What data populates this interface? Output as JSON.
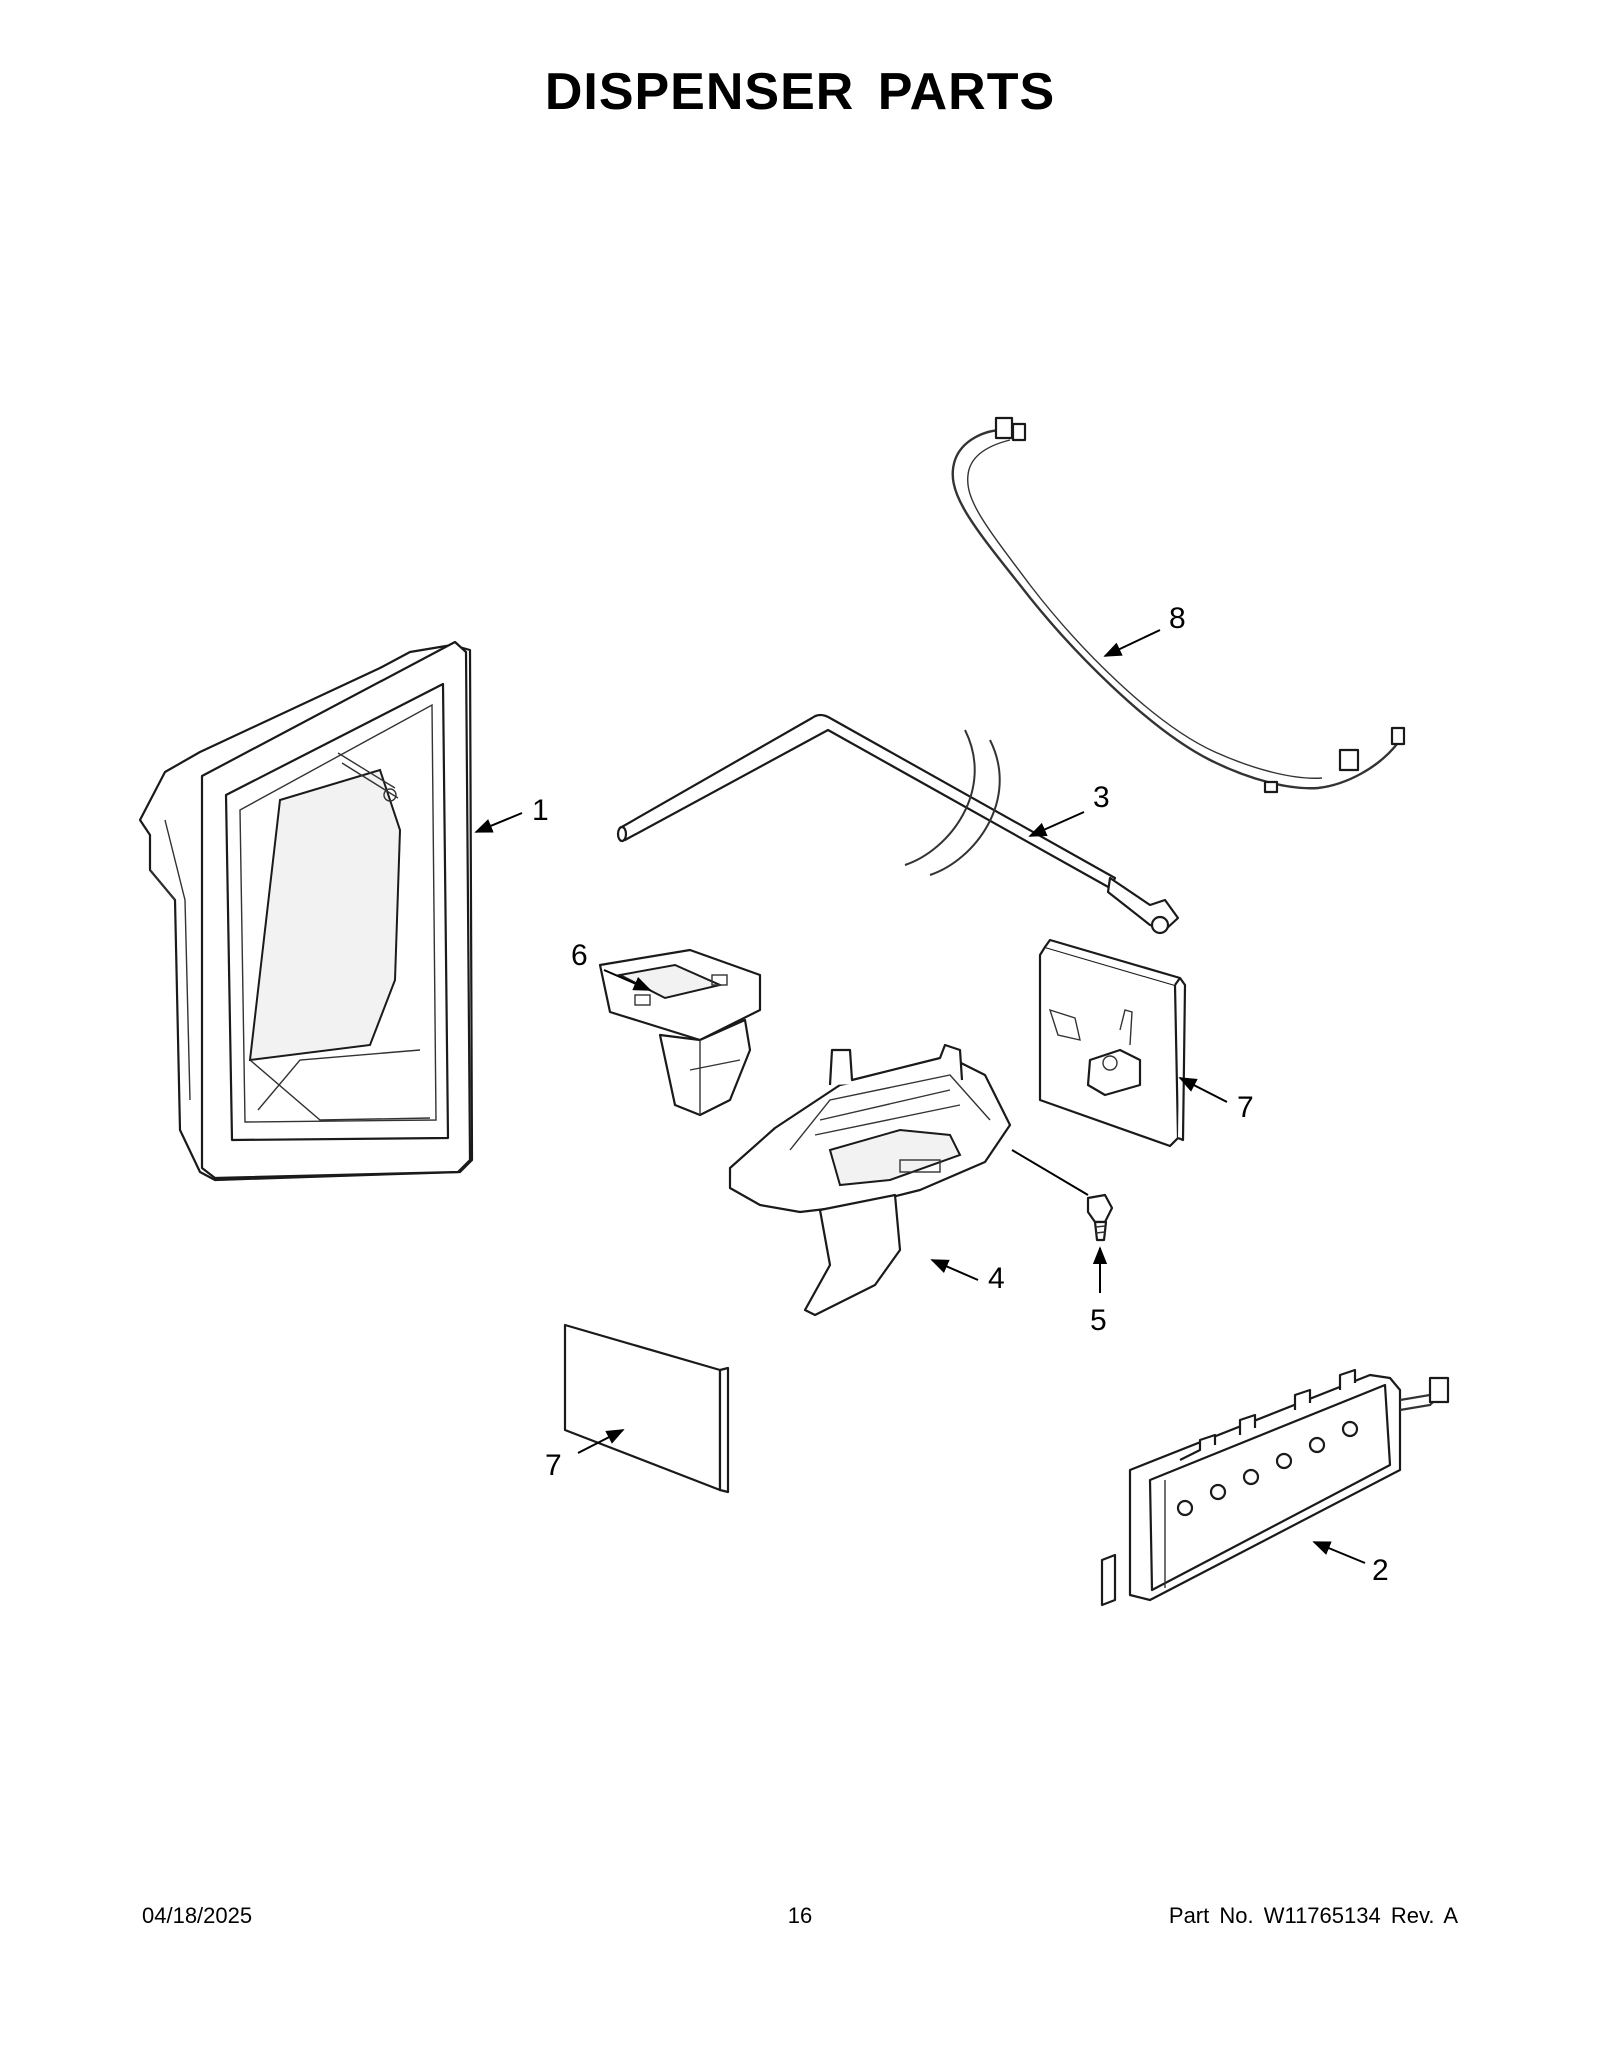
{
  "title": "DISPENSER PARTS",
  "callouts": [
    "1",
    "2",
    "3",
    "4",
    "5",
    "6",
    "7",
    "7",
    "8"
  ],
  "footer": {
    "date": "04/18/2025",
    "page": "16",
    "part_number": "Part No.  W11765134   Rev.  A"
  }
}
